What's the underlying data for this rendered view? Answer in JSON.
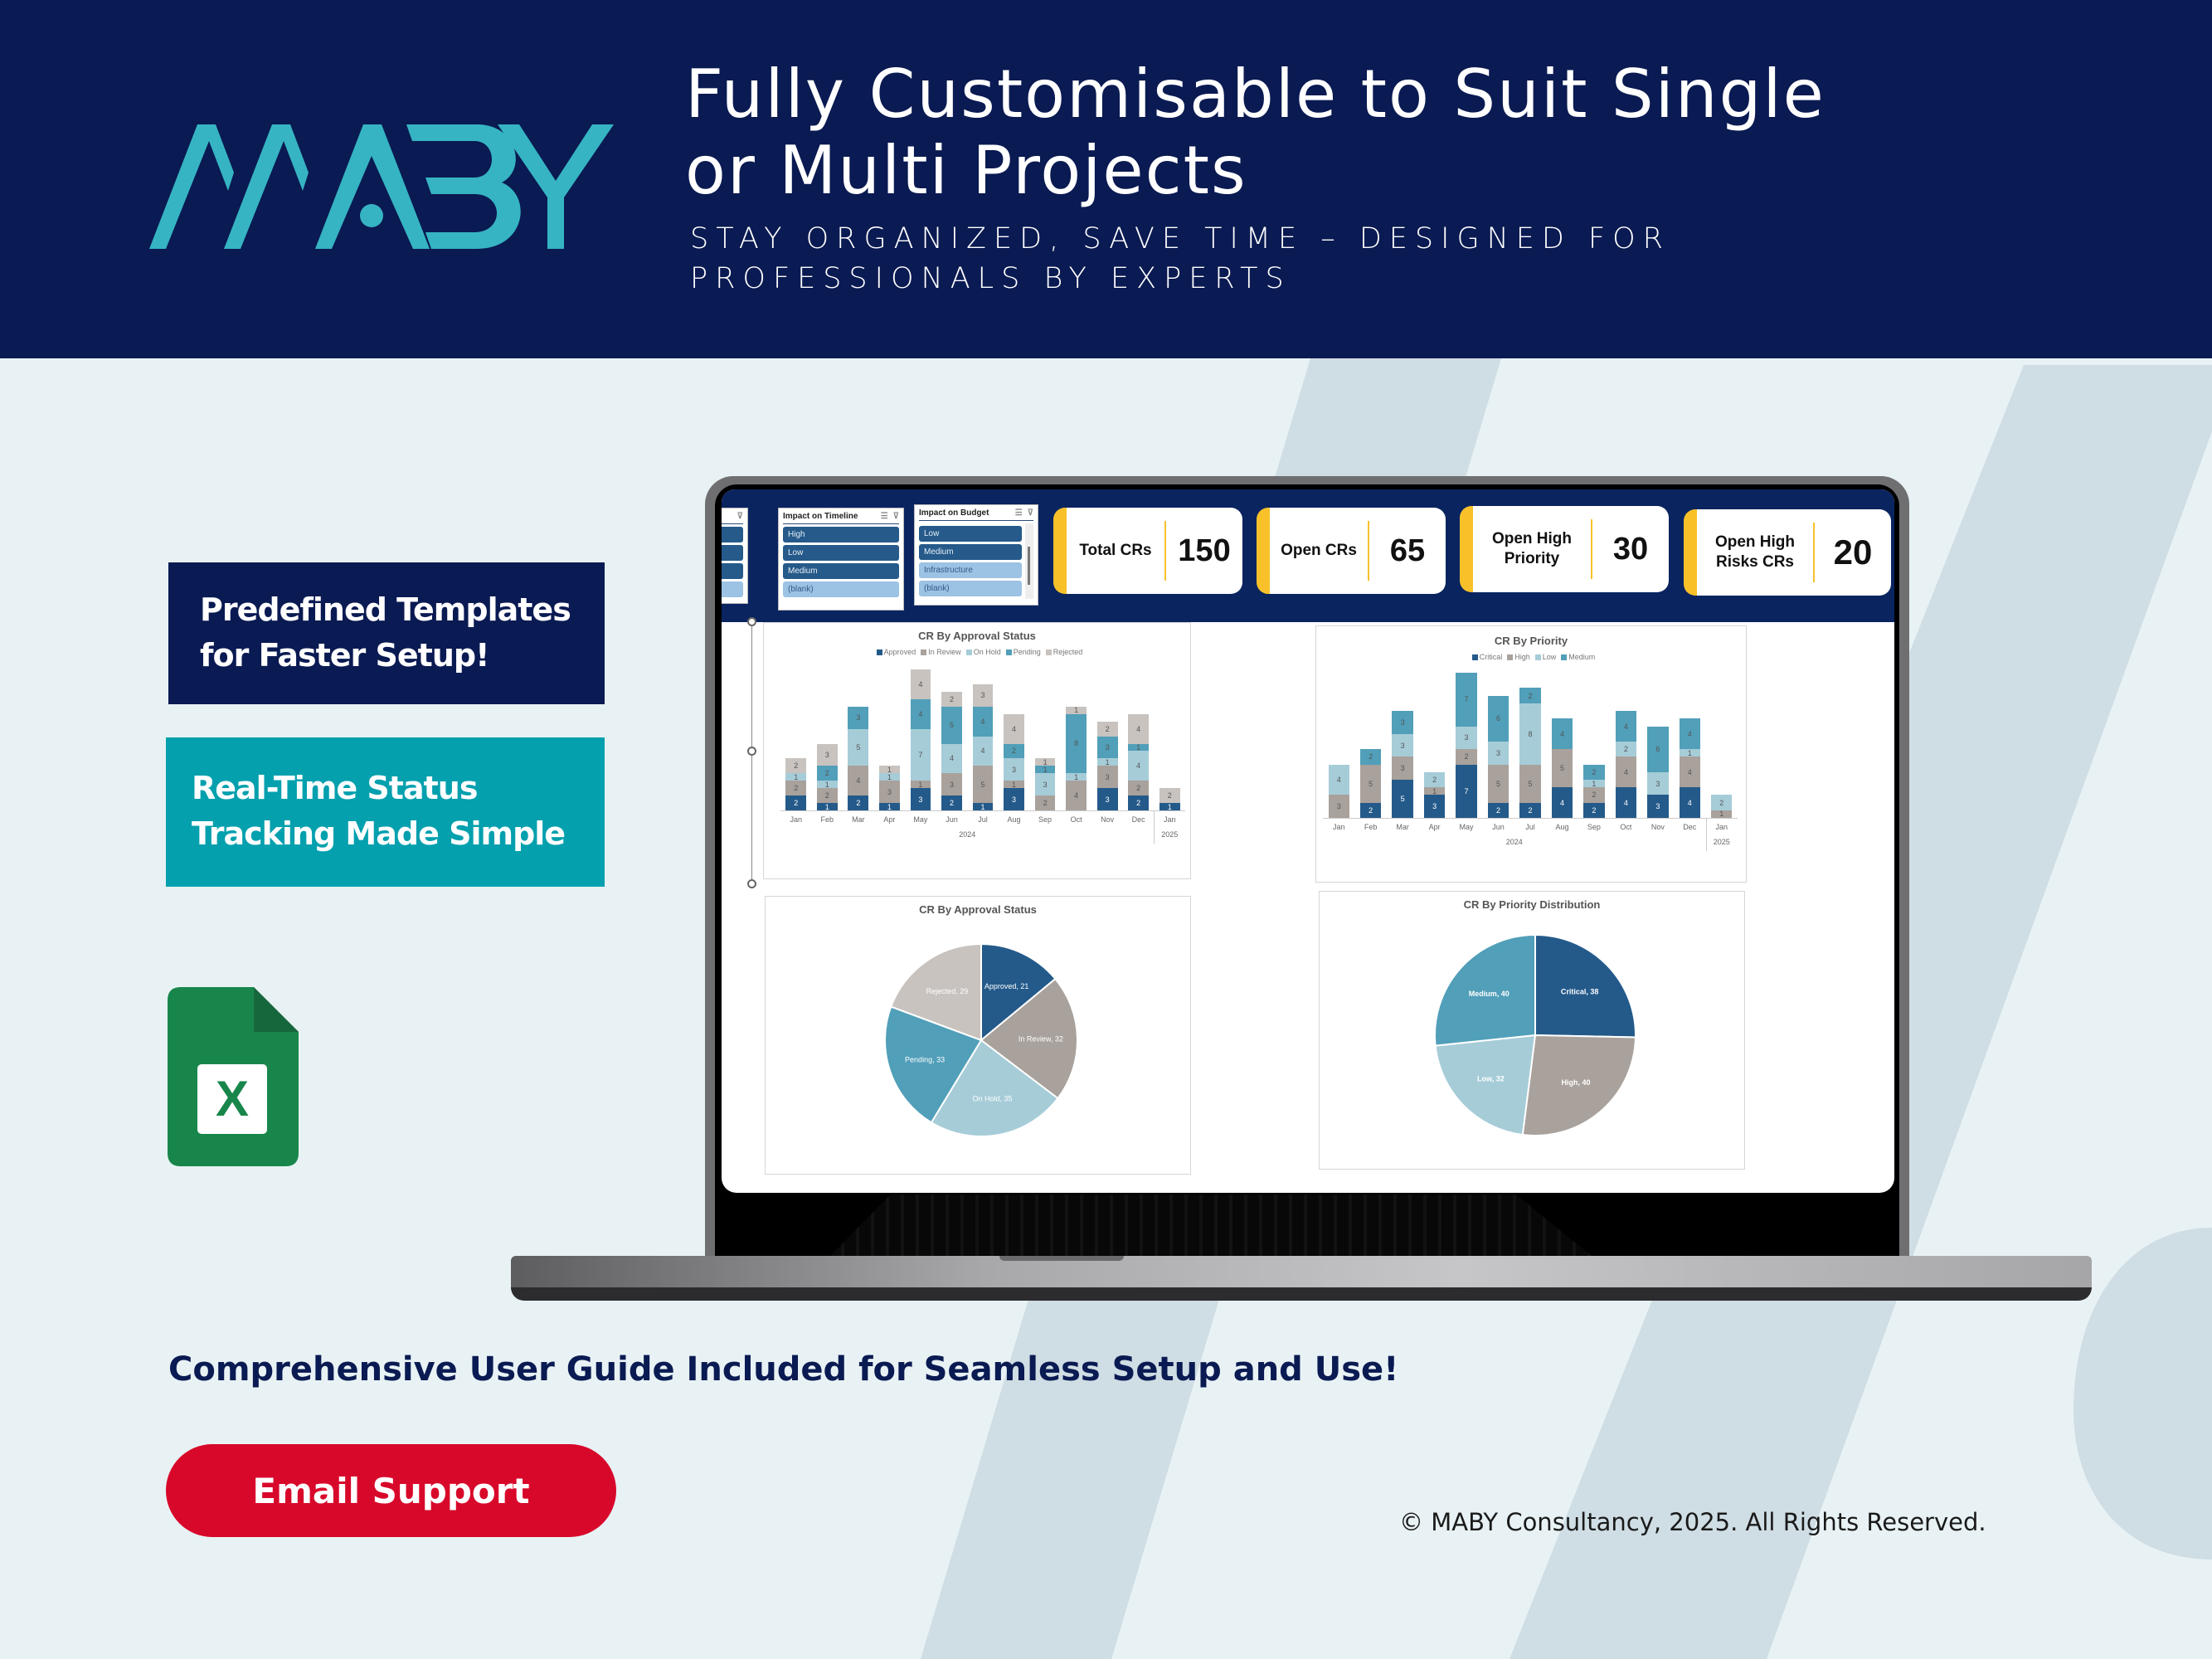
{
  "header": {
    "logo_text": "MABY",
    "headline_line1": "Fully Customisable to Suit Single",
    "headline_line2": "or Multi Projects",
    "tagline_line1": "STAY ORGANIZED, SAVE TIME – DESIGNED FOR",
    "tagline_line2": "PROFESSIONALS BY EXPERTS"
  },
  "features": [
    {
      "line1": "Predefined Templates",
      "line2": "for Faster Setup!"
    },
    {
      "line1": "Real-Time Status",
      "line2": "Tracking Made Simple"
    }
  ],
  "excel_icon": {
    "glyph": "X",
    "icon": "excel-file-icon"
  },
  "guide_text": "Comprehensive User Guide Included for Seamless Setup and Use!",
  "email_button": "Email Support",
  "copyright": "© MABY Consultancy, 2025. All Rights Reserved.",
  "colors": {
    "navy": "#0a1a52",
    "teal": "#04a0ae",
    "logo_teal": "#36b4c4",
    "red": "#d8082b",
    "kpi_accent": "#f8c12a",
    "approved": "#245a8a",
    "in_review": "#a9a19b",
    "on_hold": "#a6ccd8",
    "pending": "#519fb9",
    "rejected": "#c8c3bf"
  },
  "dashboard": {
    "slicers": [
      {
        "title": "",
        "items": [
          {
            "label": "",
            "selected": true
          },
          {
            "label": "",
            "selected": true
          },
          {
            "label": "",
            "selected": true
          },
          {
            "label": "",
            "selected": false
          }
        ]
      },
      {
        "title": "Impact on Timeline",
        "items": [
          {
            "label": "High",
            "selected": true
          },
          {
            "label": "Low",
            "selected": true
          },
          {
            "label": "Medium",
            "selected": true
          },
          {
            "label": "(blank)",
            "selected": false
          }
        ]
      },
      {
        "title": "Impact on Budget",
        "items": [
          {
            "label": "Low",
            "selected": true
          },
          {
            "label": "Medium",
            "selected": true
          },
          {
            "label": "Infrastructure",
            "selected": false
          },
          {
            "label": "(blank)",
            "selected": false
          }
        ]
      }
    ],
    "kpis": [
      {
        "label": "Total CRs",
        "value": "150"
      },
      {
        "label": "Open CRs",
        "value": "65"
      },
      {
        "label": "Open High Priority",
        "value": "30"
      },
      {
        "label": "Open High Risks CRs",
        "value": "20"
      }
    ]
  },
  "chart_data": [
    {
      "type": "bar",
      "stacked": true,
      "title": "CR By Approval Status",
      "categories": [
        "Jan",
        "Feb",
        "Mar",
        "Apr",
        "May",
        "Jun",
        "Jul",
        "Aug",
        "Sep",
        "Oct",
        "Nov",
        "Dec",
        "Jan"
      ],
      "category_groups": [
        {
          "label": "2024",
          "span": 12
        },
        {
          "label": "2025",
          "span": 1
        }
      ],
      "series": [
        {
          "name": "Approved",
          "color": "#245a8a",
          "values": [
            2,
            1,
            2,
            1,
            3,
            2,
            1,
            3,
            0,
            0,
            3,
            2,
            1
          ]
        },
        {
          "name": "In Review",
          "color": "#a9a19b",
          "values": [
            2,
            2,
            4,
            3,
            1,
            3,
            5,
            1,
            2,
            4,
            3,
            2,
            0
          ]
        },
        {
          "name": "On Hold",
          "color": "#a6ccd8",
          "values": [
            1,
            1,
            5,
            1,
            7,
            4,
            4,
            3,
            3,
            1,
            1,
            4,
            0
          ]
        },
        {
          "name": "Pending",
          "color": "#519fb9",
          "values": [
            0,
            2,
            3,
            0,
            4,
            5,
            4,
            2,
            1,
            8,
            3,
            1,
            0
          ]
        },
        {
          "name": "Rejected",
          "color": "#c8c3bf",
          "values": [
            2,
            3,
            0,
            1,
            4,
            2,
            3,
            4,
            1,
            1,
            2,
            4,
            2
          ]
        }
      ],
      "legend_position": "top",
      "grid": false
    },
    {
      "type": "bar",
      "stacked": true,
      "title": "CR By Priority",
      "categories": [
        "Jan",
        "Feb",
        "Mar",
        "Apr",
        "May",
        "Jun",
        "Jul",
        "Aug",
        "Sep",
        "Oct",
        "Nov",
        "Dec",
        "Jan"
      ],
      "category_groups": [
        {
          "label": "2024",
          "span": 12
        },
        {
          "label": "2025",
          "span": 1
        }
      ],
      "series": [
        {
          "name": "Critical",
          "color": "#245a8a",
          "values": [
            0,
            2,
            5,
            3,
            7,
            2,
            2,
            4,
            2,
            4,
            3,
            4,
            0
          ]
        },
        {
          "name": "High",
          "color": "#a9a19b",
          "values": [
            3,
            5,
            3,
            1,
            2,
            5,
            5,
            5,
            2,
            4,
            0,
            4,
            1
          ]
        },
        {
          "name": "Low",
          "color": "#a6ccd8",
          "values": [
            4,
            0,
            3,
            2,
            3,
            3,
            8,
            0,
            1,
            2,
            3,
            1,
            2
          ]
        },
        {
          "name": "Medium",
          "color": "#519fb9",
          "values": [
            0,
            2,
            3,
            0,
            7,
            6,
            2,
            4,
            2,
            4,
            6,
            4,
            0
          ]
        }
      ],
      "legend_position": "top",
      "grid": false
    },
    {
      "type": "pie",
      "title": "CR By Approval Status",
      "labels": [
        "Approved",
        "In Review",
        "On Hold",
        "Pending",
        "Rejected"
      ],
      "values": [
        21,
        32,
        35,
        33,
        29
      ],
      "colors": [
        "#245a8a",
        "#a9a19b",
        "#a6ccd8",
        "#519fb9",
        "#c8c3bf"
      ]
    },
    {
      "type": "pie",
      "title": "CR By Priority Distribution",
      "labels": [
        "Critical",
        "High",
        "Low",
        "Medium"
      ],
      "values": [
        38,
        40,
        32,
        40
      ],
      "colors": [
        "#245a8a",
        "#a9a19b",
        "#a6ccd8",
        "#519fb9"
      ]
    }
  ]
}
